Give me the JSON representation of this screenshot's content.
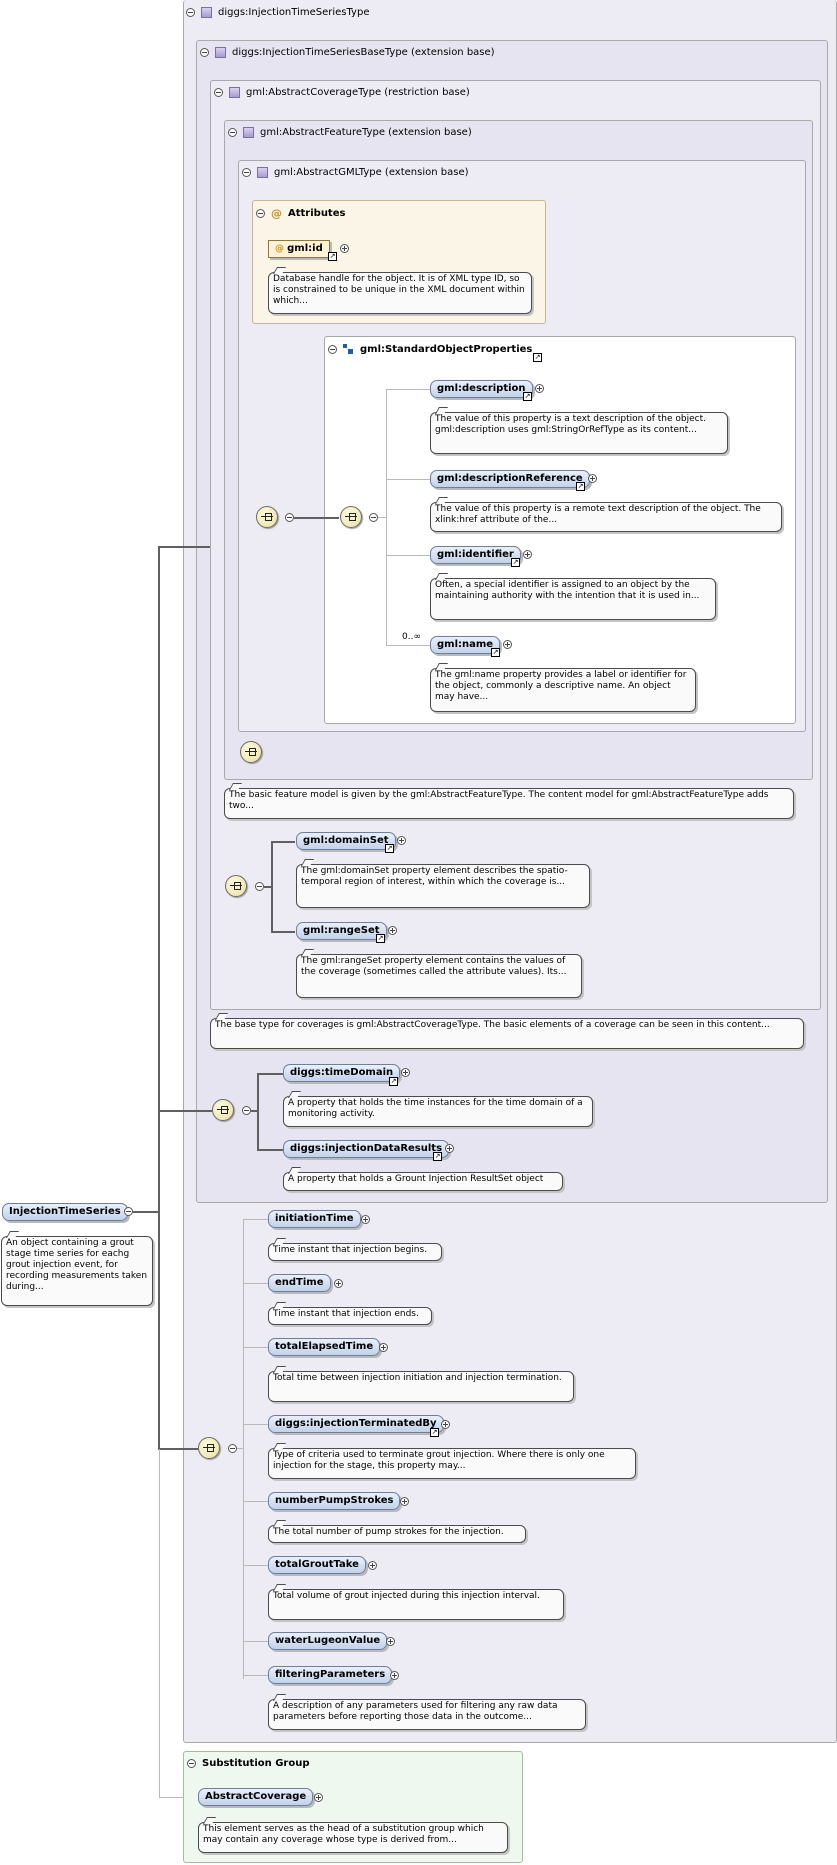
{
  "types": {
    "injection_ts_type": "diggs:InjectionTimeSeriesType",
    "base_type": "diggs:InjectionTimeSeriesBaseType (extension base)",
    "coverage_type": "gml:AbstractCoverageType (restriction base)",
    "feature_type": "gml:AbstractFeatureType (extension base)",
    "gml_type": "gml:AbstractGMLType (extension base)"
  },
  "attributes": {
    "heading": "Attributes",
    "gml_id": "gml:id",
    "gml_id_doc": "Database handle for the object. It is of XML type ID, so is constrained to be unique in the XML document within which..."
  },
  "sop": {
    "title": "gml:StandardObjectProperties",
    "description": "gml:description",
    "description_doc": "The value of this property is a text description of the object. gml:description uses gml:StringOrRefType as its content...",
    "description_reference": "gml:descriptionReference",
    "description_reference_doc": "The value of this property is a remote text description of the object. The xlink:href attribute of the...",
    "identifier": "gml:identifier",
    "identifier_doc": "Often, a special identifier is assigned to an object by the maintaining authority with the intention that it is used in...",
    "name": "gml:name",
    "name_occurs": "0..∞",
    "name_doc": "The gml:name property provides a label or identifier for the object, commonly a descriptive name. An object may have..."
  },
  "feature_doc": "The basic feature model is given by the gml:AbstractFeatureType. The content model for gml:AbstractFeatureType adds two...",
  "coverage": {
    "domain_set": "gml:domainSet",
    "domain_set_doc": "The gml:domainSet property element describes the spatio-temporal region of interest, within which the coverage is...",
    "range_set": "gml:rangeSet",
    "range_set_doc": "The gml:rangeSet property element contains the values of the coverage (sometimes called the attribute values). Its...",
    "coverage_doc": "The base type for coverages is gml:AbstractCoverageType. The basic elements of a coverage can be seen in this content..."
  },
  "base": {
    "time_domain": "diggs:timeDomain",
    "time_domain_doc": "A property that holds the time instances for the time domain of a monitoring activity.",
    "injection_data_results": "diggs:injectionDataResults",
    "injection_data_results_doc": "A property that holds a Grount Injection ResultSet object"
  },
  "root": {
    "name": "InjectionTimeSeries",
    "doc": "An object containing a grout stage time series for eachg grout injection event, for recording measurements taken during..."
  },
  "elements": [
    {
      "name": "initiationTime",
      "doc": "Time instant that injection begins."
    },
    {
      "name": "endTime",
      "doc": "Time instant that injection ends."
    },
    {
      "name": "totalElapsedTime",
      "doc": "Total time between injection initiation and injection termination."
    },
    {
      "name": "diggs:injectionTerminatedBy",
      "doc": "Type of criteria used to terminate grout injection. Where there is only one injection for the stage, this property may..."
    },
    {
      "name": "numberPumpStrokes",
      "doc": "The total number of pump strokes for the injection."
    },
    {
      "name": "totalGroutTake",
      "doc": "Total volume of grout injected during this injection interval."
    },
    {
      "name": "waterLugeonValue",
      "doc": ""
    },
    {
      "name": "filteringParameters",
      "doc": "A description of any parameters used for filtering any raw data parameters before reporting those data in the outcome..."
    }
  ],
  "substitution": {
    "heading": "Substitution Group",
    "abstract_coverage": "AbstractCoverage",
    "abstract_coverage_doc": "This element serves as the head of a substitution group which may contain any coverage whose type is derived from..."
  }
}
